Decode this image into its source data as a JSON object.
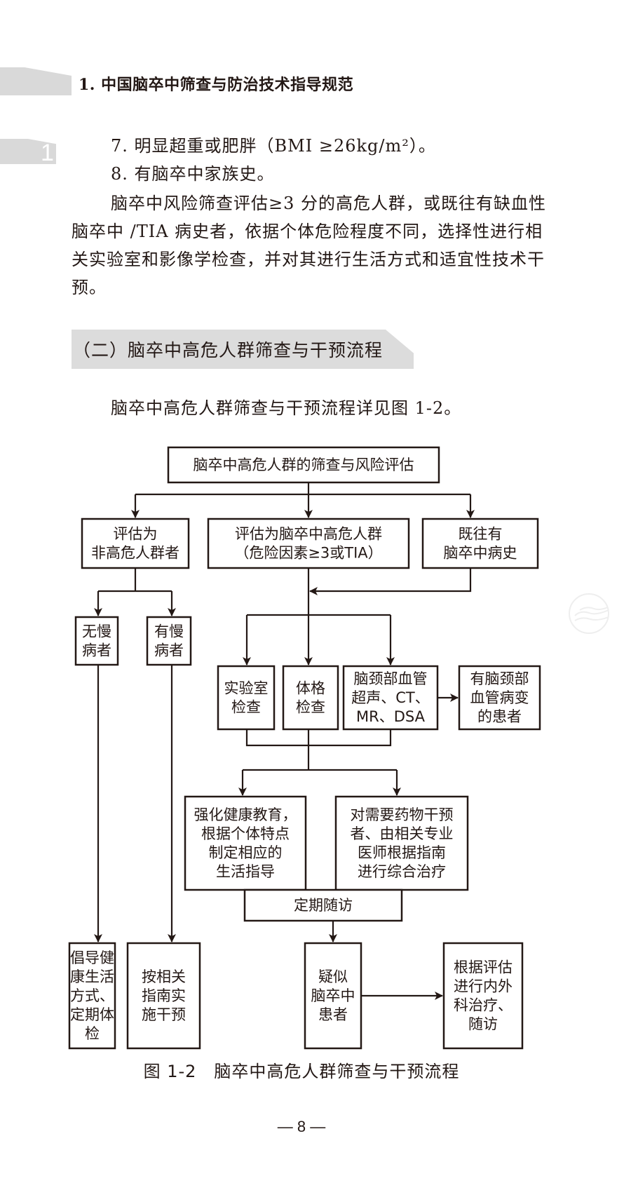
{
  "running_header": "1. 中国脑卒中筛查与防治技术指导规范",
  "chapter_tab_number": "1",
  "list_items": [
    {
      "number": "7.",
      "text": "明显超重或肥胖（BMI ≥26kg/m²）。"
    },
    {
      "number": "8.",
      "text": "有脑卒中家族史。"
    }
  ],
  "body_paragraph": "脑卒中风险筛查评估≥3 分的高危人群，或既往有缺血性脑卒中 /TIA 病史者，依据个体危险程度不同，选择性进行相关实验室和影像学检查，并对其进行生活方式和适宜性技术干预。",
  "section_title": "（二）脑卒中高危人群筛查与干预流程",
  "figure_reference": "脑卒中高危人群筛查与干预流程详见图 1-2。",
  "flowchart": {
    "nodes": {
      "start": [
        "脑卒中高危人群的筛查与风险评估"
      ],
      "non_high_risk": [
        "评估为",
        "非高危人群者"
      ],
      "high_risk": [
        "评估为脑卒中高危人群",
        "（危险因素≥3或TIA）"
      ],
      "history": [
        "既往有",
        "脑卒中病史"
      ],
      "no_chronic": [
        "无慢",
        "病者"
      ],
      "has_chronic": [
        "有慢",
        "病者"
      ],
      "lab_exam": [
        "实验室",
        "检查"
      ],
      "physical_exam": [
        "体格",
        "检查"
      ],
      "imaging": [
        "脑颈部血管",
        "超声、CT、",
        "MR、DSA"
      ],
      "vascular_lesion": [
        "有脑颈部",
        "血管病变",
        "的患者"
      ],
      "health_education": [
        "强化健康教育，",
        "根据个体特点",
        "制定相应的",
        "生活指导"
      ],
      "drug_intervention": [
        "对需要药物干预",
        "者、由相关专业",
        "医师根据指南",
        "进行综合治疗"
      ],
      "follow_up": [
        "定期随访"
      ],
      "healthy_lifestyle": [
        "倡导健",
        "康生活",
        "方式、",
        "定期体",
        "检"
      ],
      "guideline_intervention": [
        "按相关",
        "指南实",
        "施干预"
      ],
      "suspected_stroke": [
        "疑似",
        "脑卒中",
        "患者"
      ],
      "treatment": [
        "根据评估",
        "进行内外",
        "科治疗、",
        "随访"
      ]
    }
  },
  "figure_caption": "图 1-2　脑卒中高危人群筛查与干预流程",
  "page_number": "— 8 —"
}
